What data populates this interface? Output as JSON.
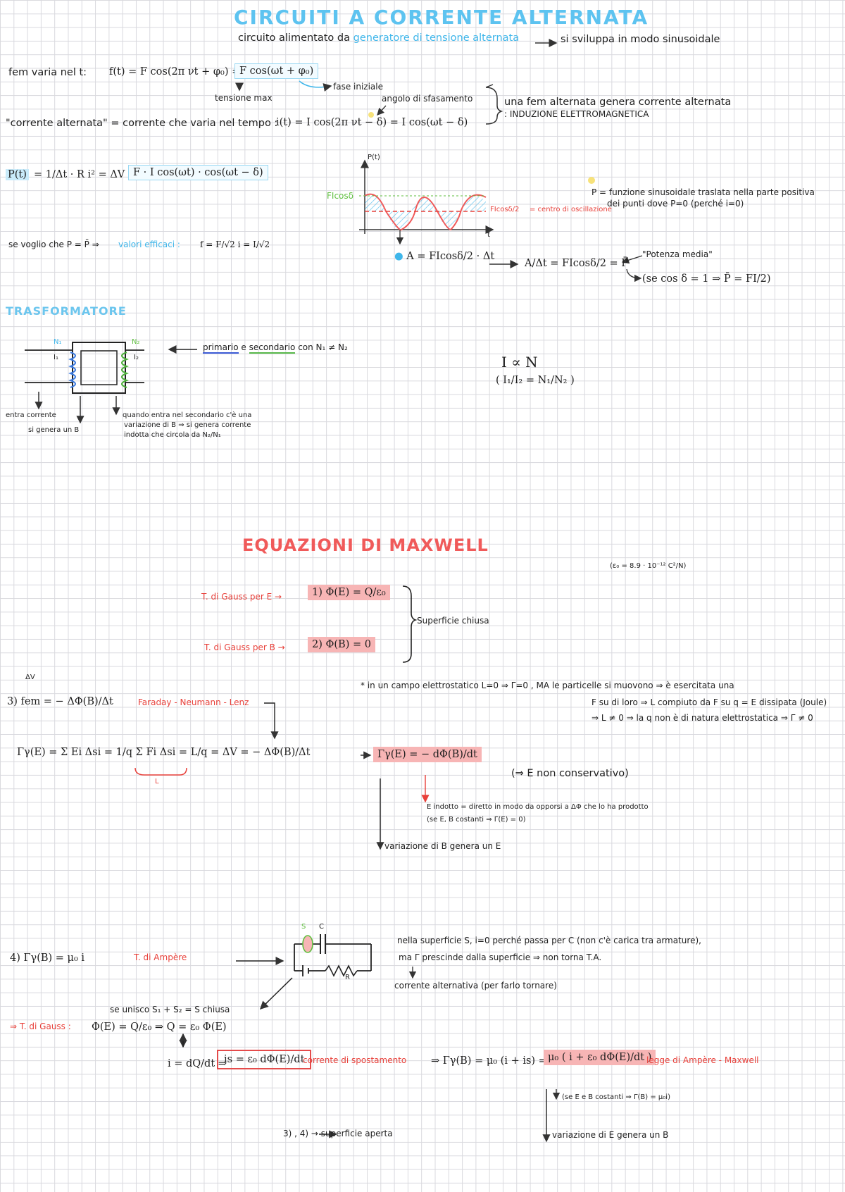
{
  "header": {
    "title": "CIRCUITI A CORRENTE ALTERNATA",
    "subtitle_a": "circuito alimentato da",
    "subtitle_b": "generatore di tensione alternata",
    "subtitle_c": "si sviluppa in modo sinusoidale"
  },
  "ac": {
    "fem_label": "fem varia nel t:",
    "fem_eq": "f(t) = F cos(2π νt + φ₀) =",
    "fem_boxed": "F cos(ωt + φ₀)",
    "fase": "fase iniziale",
    "tensione": "tensione max",
    "angolo": "angolo di sfasamento",
    "corrente": "\"corrente alternata\" = corrente che varia nel tempo :",
    "corrente_eq": "i(t) = I cos(2π νt − δ) = I cos(ωt − δ)",
    "note1": "una fem alternata genera corrente alternata",
    "note2": ": INDUZIONE ELETTROMAGNETICA",
    "power_label": "P(t)",
    "power_eq": "= 1/Δt · R i² = ΔV i = f(t) i =",
    "power_boxed": "F · I cos(ωt) · cos(ωt − δ)",
    "graph_y": "P(t)",
    "graph_t": "t",
    "graph_level": "FIcosδ",
    "graph_mid": "FIcosδ/2",
    "graph_mid_note": "= centro di oscillazione",
    "p_note1": "P = funzione sinusoidale traslata nella parte positiva",
    "p_note2": "dei punti dove P=0 (perché i=0)",
    "area_eq": "A = FIcosδ/2 · Δt",
    "avg_eq": "A/Δt = FIcosδ/2 = P̄",
    "avg_label": "\"Potenza media\"",
    "avg_case": "(se cos δ = 1 ⇒ P̄ = FI/2)",
    "eff_label": "se voglio che P = P̄ ⇒",
    "eff_link": "valori efficaci :",
    "eff_eq": "f = F/√2     i = I/√2"
  },
  "transformer": {
    "title": "TRASFORMATORE",
    "n1": "N₁",
    "n2": "N₂",
    "i1": "I₁",
    "i2": "I₂",
    "primario": "primario",
    "e": "e",
    "secondario": "secondario",
    "con": "con N₁ ≠ N₂",
    "prop": "I ∝ N",
    "ratio": "( I₁/I₂ = N₁/N₂ )",
    "entra1": "entra corrente",
    "entra2": "si genera un B",
    "quando1": "quando entra nel secondario c'è una",
    "quando2": "variazione di B ⇒ si genera corrente",
    "quando3": "indotta che circola da N₂/N₁"
  },
  "maxwell": {
    "title": "EQUAZIONI DI MAXWELL",
    "epsilon": "(ε₀ = 8.9 · 10⁻¹² C²/N)",
    "g1_label": "T. di Gauss per E →",
    "g1_eq": "1) Φ(E) = Q/ε₀",
    "g2_label": "T. di Gauss per B →",
    "g2_eq": "2) Φ(B) = 0",
    "chiusa": "Superficie chiusa",
    "dv": "ΔV",
    "fem3": "3) fem = − ΔΦ(B)/Δt",
    "fnl": "Faraday - Neumann - Lenz",
    "circ_eq": "Γγ(E) = Σ Ei Δsi = 1/q Σ Fi Δsi = L/q = ΔV = − ΔΦ(B)/Δt",
    "circ_L": "L",
    "circ_boxed": "Γγ(E) = − dΦ(B)/dt",
    "nonc": "(⇒ E non conservativo)",
    "note_a1": "* in un campo elettrostatico L=0 ⇒ Γ=0 , MA le particelle si muovono ⇒ è esercitata una",
    "note_a2": "F su di loro ⇒ L compiuto da F su q = E dissipata (Joule)",
    "note_a3": "⇒ L ≠ 0 ⇒ la q non è di natura elettrostatica ⇒ Γ ≠ 0",
    "indotto1": "E indotto = diretto in modo da opporsi a ΔΦ che lo ha prodotto",
    "indotto2": "(se E, B costanti ⇒ Γ(E) = 0)",
    "var_b": "variazione di B genera un E",
    "amp_eq": "4) Γγ(B) = μ₀ i",
    "amp_label": "T. di Ampère",
    "cap_s": "S",
    "cap_c": "C",
    "cap_r": "R",
    "sup1": "nella superficie S, i=0 perché passa per C (non c'è carica tra armature),",
    "sup2": "ma Γ prescinde dalla superficie ⇒ non torna T.A.",
    "alt": "corrente alternativa (per farlo tornare)",
    "unisco": "se unisco S₁ + S₂ = S chiusa",
    "gauss_label": "⇒ T. di Gauss :",
    "gauss_eq": "Φ(E) = Q/ε₀ ⇒ Q = ε₀ Φ(E)",
    "i_eq": "i = dQ/dt ⇒",
    "is_boxed": "is = ε₀ dΦ(E)/dt",
    "spost": "corrente di spostamento",
    "am_eq1": "⇒ Γγ(B) = μ₀ (i + is) =",
    "am_eq2": "μ₀ ( i + ε₀ dΦ(E)/dt )",
    "am_label": "legge di Ampère - Maxwell",
    "cost": "(se E e B costanti ⇒ Γ(B) = μ₀i)",
    "var_e": "variazione di E genera un B",
    "aperta": "3) , 4) → superficie aperta"
  }
}
